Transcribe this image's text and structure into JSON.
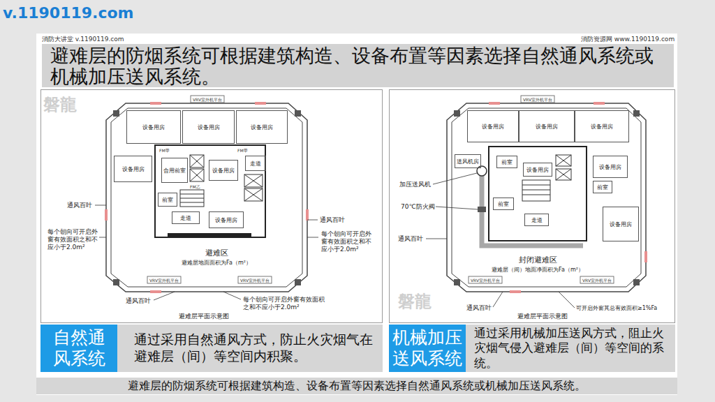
{
  "diagram": {
    "title": "避难层的防烟系统可根据建筑构造、设备布置等因素选择自然通风系统或机械加压送风系统。",
    "caption": "避难层的防烟系统可根据建筑构造、设备布置等因素选择自然通风系统或机械加压送风系统。",
    "nodes": [
      {
        "text": [
          "避难层平面示意图"
        ]
      },
      {
        "text": [
          "设备用房"
        ],
        "in": 0
      },
      {
        "text": [
          "设备用房"
        ],
        "in": 0
      },
      {
        "text": [
          "设备用房"
        ],
        "in": 0
      },
      {
        "text": [
          "设备用房"
        ],
        "in": 0
      },
      {
        "text": [
          "合用前室"
        ],
        "in": 0
      },
      {
        "text": [
          "设备用房"
        ],
        "in": 0
      },
      {
        "text": [
          "走道"
        ],
        "in": 0
      },
      {
        "text": [
          "前室"
        ],
        "in": 0
      },
      {
        "text": [
          "走道"
        ],
        "in": 0
      },
      {
        "text": [
          "设备用房"
        ],
        "in": 0
      },
      {
        "text": [
          "避难层平面示意图"
        ]
      },
      {
        "text": [
          "设备用房"
        ],
        "in": 11
      },
      {
        "text": [
          "设备用房"
        ],
        "in": 11
      },
      {
        "text": [
          "设备用房"
        ],
        "in": 11
      },
      {
        "text": [
          "送风机房"
        ],
        "in": 11
      },
      {
        "text": [
          "前室"
        ],
        "in": 11
      },
      {
        "text": [
          "设备用房"
        ],
        "in": 11
      },
      {
        "text": [
          "设备用房"
        ],
        "in": 11
      },
      {
        "text": [
          "前室"
        ],
        "in": 11
      },
      {
        "text": [
          "前室"
        ],
        "in": 11
      },
      {
        "text": [
          "走道"
        ],
        "in": 11
      },
      {
        "text": [
          "设备用房"
        ],
        "in": 11
      },
      {
        "text": [
          "自然通风系统"
        ]
      },
      {
        "text": [
          "通过采用自然通风方式，防止火灾烟气在避难层（间）等空间内积聚。"
        ]
      },
      {
        "text": [
          "机械加压送风系统"
        ]
      },
      {
        "text": [
          "通过采用机械加压送风方式，阻止火灾烟气侵入避难层（间）等空间的系统。"
        ]
      }
    ],
    "labels": [
      "v.1190119.com",
      "消防大讲堂 v.1190119.com",
      "消防资源网 www.1190119.com",
      "磐龍",
      "VRV室外机平台",
      "FM甲",
      "FM甲",
      "FM乙",
      "避难区",
      "避难层地面面积为Fa（m²）",
      "VRV室外机平台",
      "VRV室外机平台",
      "通风百叶",
      "每个朝向可开启外窗有效面积之和不应小于2.0m²",
      "通风百叶",
      "每个朝向可开启外窗有效面积之和不应小于2.0m²",
      "通风百叶",
      "每个朝向可开启外窗有效面积之和不应小于2.0m²",
      "磐龍",
      "VRV室外机平台",
      "加压送风机",
      "70℃防火阀",
      "通风百叶",
      "封闭避难区",
      "避难层（间）地面净面积为Fa（m²）",
      "VRV室外机平台",
      "VRV室外机平台",
      "通风百叶",
      "可开启外窗其总有效面积≥1%Fa"
    ]
  }
}
